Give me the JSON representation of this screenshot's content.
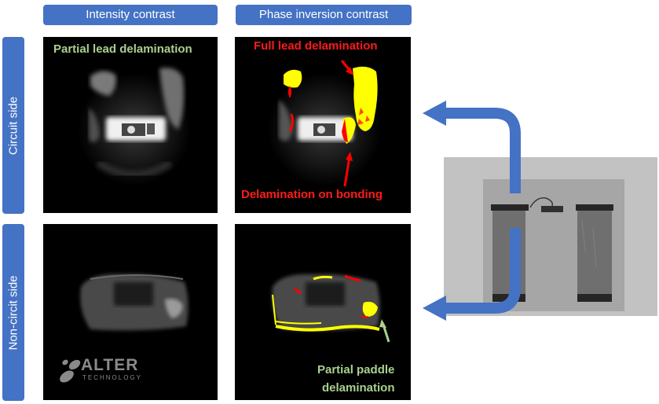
{
  "headers": {
    "intensity": "Intensity contrast",
    "phase": "Phase inversion contrast"
  },
  "sides": {
    "circuit": "Circuit side",
    "non_circuit": "Non-circit side"
  },
  "annotations": {
    "partial_lead": "Partial lead delamination",
    "full_lead": "Full lead delamination",
    "bonding": "Delamination on bonding",
    "paddle_line1": "Partial paddle",
    "paddle_line2": "delamination"
  },
  "logo": {
    "word": "ALTER",
    "sub": "TECHNOLOGY"
  },
  "colors": {
    "header_blue": "#4472c4",
    "annotation_green": "#a9d18e",
    "annotation_red": "#ff1a1a",
    "defect_yellow": "#ffff00",
    "defect_red": "#ff0000"
  }
}
